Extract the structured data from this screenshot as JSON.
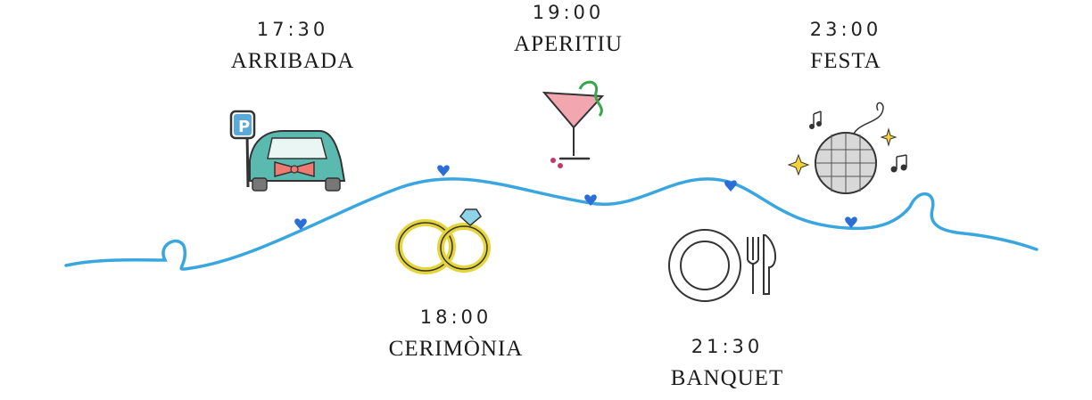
{
  "colors": {
    "path": "#3aa6df",
    "heart": "#2b6fd6",
    "car": "#5bbab0",
    "bow": "#f07a70",
    "ring": "#e5d43a",
    "drink": "#f2a7b0",
    "ink": "#333333"
  },
  "events": [
    {
      "time": "17:30",
      "label": "ARRIBADA",
      "icon": "car-parking-icon"
    },
    {
      "time": "18:00",
      "label": "CERIMÒNIA",
      "icon": "wedding-rings-icon"
    },
    {
      "time": "19:00",
      "label": "APERITIU",
      "icon": "cocktail-icon"
    },
    {
      "time": "21:30",
      "label": "BANQUET",
      "icon": "plate-cutlery-icon"
    },
    {
      "time": "23:00",
      "label": "FESTA",
      "icon": "disco-ball-icon"
    }
  ]
}
